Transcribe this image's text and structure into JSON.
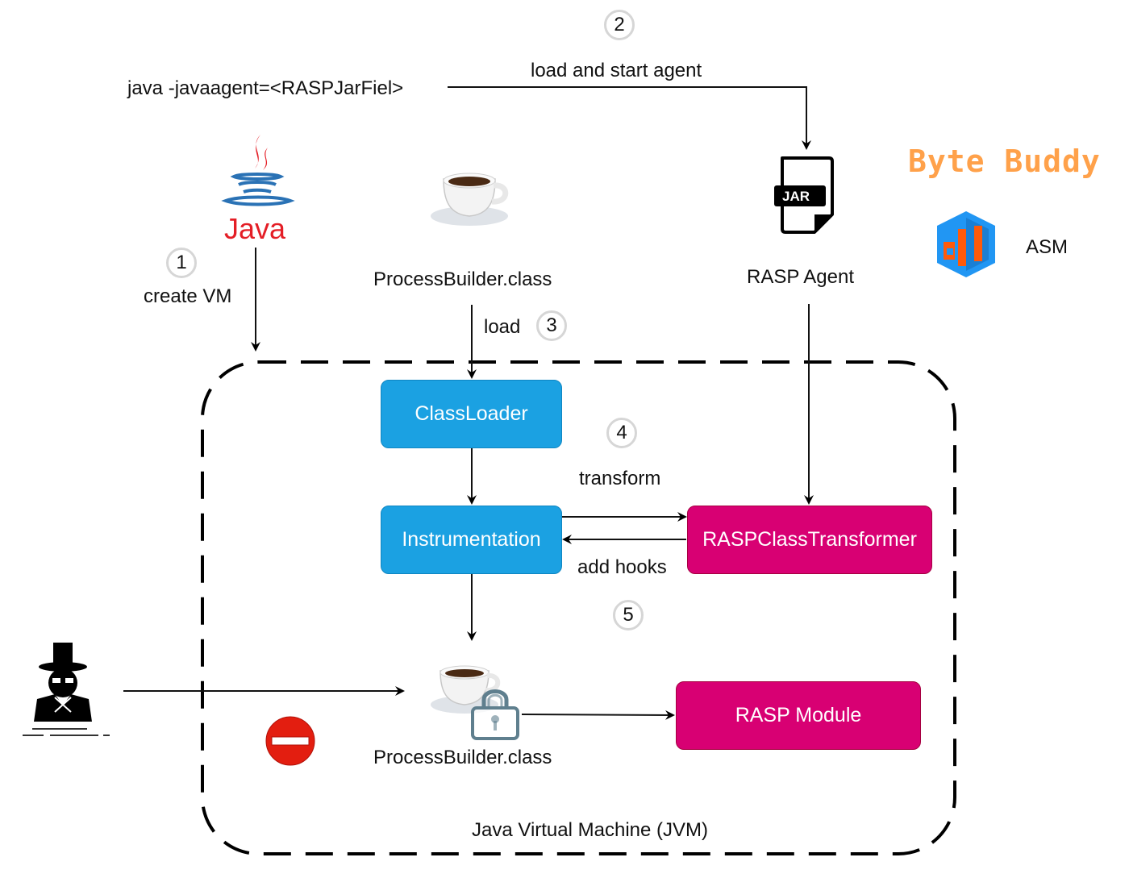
{
  "diagram": {
    "command": "java -javaagent=<RASPJarFiel>",
    "steps": [
      {
        "number": "1",
        "label": "create VM"
      },
      {
        "number": "2",
        "label": "load and start agent"
      },
      {
        "number": "3",
        "label": "load"
      },
      {
        "number": "4",
        "label": "transform"
      },
      {
        "number": "5",
        "label": "add hooks"
      }
    ],
    "logos": {
      "java": "Java",
      "jar": "JAR",
      "bytebuddy": "Byte Buddy",
      "asm": "ASM"
    },
    "labels": {
      "process_builder_top": "ProcessBuilder.class",
      "rasp_agent": "RASP Agent",
      "process_builder_bottom": "ProcessBuilder.class",
      "jvm": "Java Virtual Machine (JVM)"
    },
    "nodes": {
      "classloader": "ClassLoader",
      "instrumentation": "Instrumentation",
      "transformer": "RASPClassTransformer",
      "rasp_module": "RASP Module"
    },
    "colors": {
      "blue_node": "#1ba1e2",
      "pink_node": "#d80073",
      "java_red": "#e41e26",
      "java_blue": "#2a72b5",
      "bytebuddy_orange": "#ffa14a",
      "asm_blue": "#2196f3",
      "asm_orange": "#ff5a0a",
      "block_red": "#e31e10",
      "lock_gray": "#5f7f8e"
    }
  }
}
